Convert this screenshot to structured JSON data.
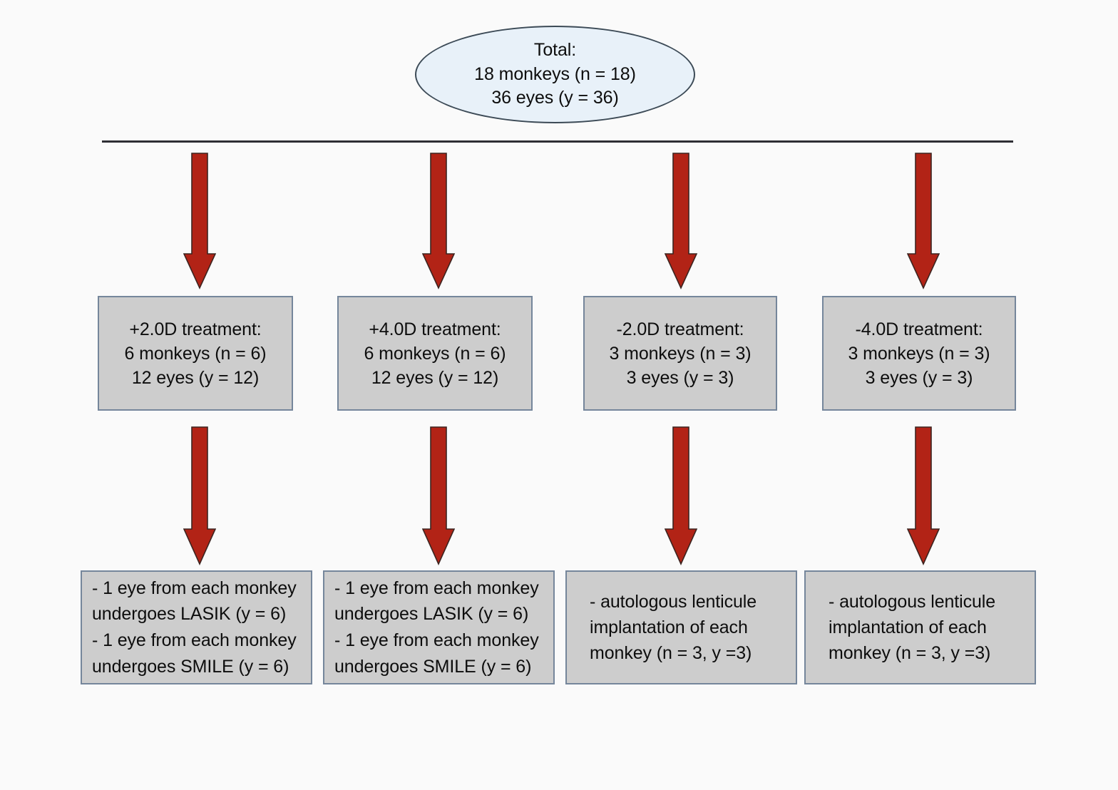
{
  "diagram": {
    "title": "Monkey refractive-surgery study allocation flowchart",
    "background_color": "#fafafa",
    "accent_colors": {
      "arrow_red": "#b22316",
      "arrow_outline": "#3d2420",
      "box_fill": "#cdcdcd",
      "box_border": "#75869b",
      "ellipse_fill": "#e8f1f9",
      "ellipse_border": "#3c4a56",
      "connector_line": "#2e2e34"
    }
  },
  "root": {
    "shape": "ellipse",
    "lines": [
      "Total:",
      "18 monkeys (n = 18)",
      "36 eyes (y = 36)"
    ],
    "totals": {
      "monkeys": 18,
      "eyes": 36,
      "n": 18,
      "y": 36
    }
  },
  "groups": [
    {
      "id": "plus-2d",
      "treatment": {
        "lines": [
          "+2.0D treatment:",
          "6 monkeys (n = 6)",
          "12 eyes (y = 12)"
        ],
        "label": "+2.0D treatment",
        "monkeys": 6,
        "eyes": 12,
        "n": 6,
        "y": 12
      },
      "procedure": {
        "lines": [
          "- 1 eye from each monkey",
          "undergoes LASIK (y = 6)",
          "- 1 eye from each monkey",
          "undergoes SMILE (y = 6)"
        ],
        "align": "left"
      }
    },
    {
      "id": "plus-4d",
      "treatment": {
        "lines": [
          "+4.0D treatment:",
          "6 monkeys (n = 6)",
          "12 eyes (y = 12)"
        ],
        "label": "+4.0D treatment",
        "monkeys": 6,
        "eyes": 12,
        "n": 6,
        "y": 12
      },
      "procedure": {
        "lines": [
          "- 1 eye from each monkey",
          "undergoes LASIK (y = 6)",
          "- 1 eye from each monkey",
          "undergoes SMILE (y = 6)"
        ],
        "align": "left"
      }
    },
    {
      "id": "minus-2d",
      "treatment": {
        "lines": [
          "-2.0D treatment:",
          "3 monkeys (n = 3)",
          "3 eyes (y = 3)"
        ],
        "label": "-2.0D treatment",
        "monkeys": 3,
        "eyes": 3,
        "n": 3,
        "y": 3
      },
      "procedure": {
        "lines": [
          "- autologous lenticule",
          "implantation of each",
          "monkey (n = 3, y =3)"
        ],
        "align": "left"
      }
    },
    {
      "id": "minus-4d",
      "treatment": {
        "lines": [
          "-4.0D treatment:",
          "3 monkeys (n = 3)",
          "3 eyes (y = 3)"
        ],
        "label": "-4.0D treatment",
        "monkeys": 3,
        "eyes": 3,
        "n": 3,
        "y": 3
      },
      "procedure": {
        "lines": [
          "- autologous lenticule",
          "implantation of each",
          "monkey (n = 3, y =3)"
        ],
        "align": "left"
      }
    }
  ],
  "arrows": {
    "icon": "down-arrow-icon",
    "count": 8,
    "direction": "down"
  }
}
